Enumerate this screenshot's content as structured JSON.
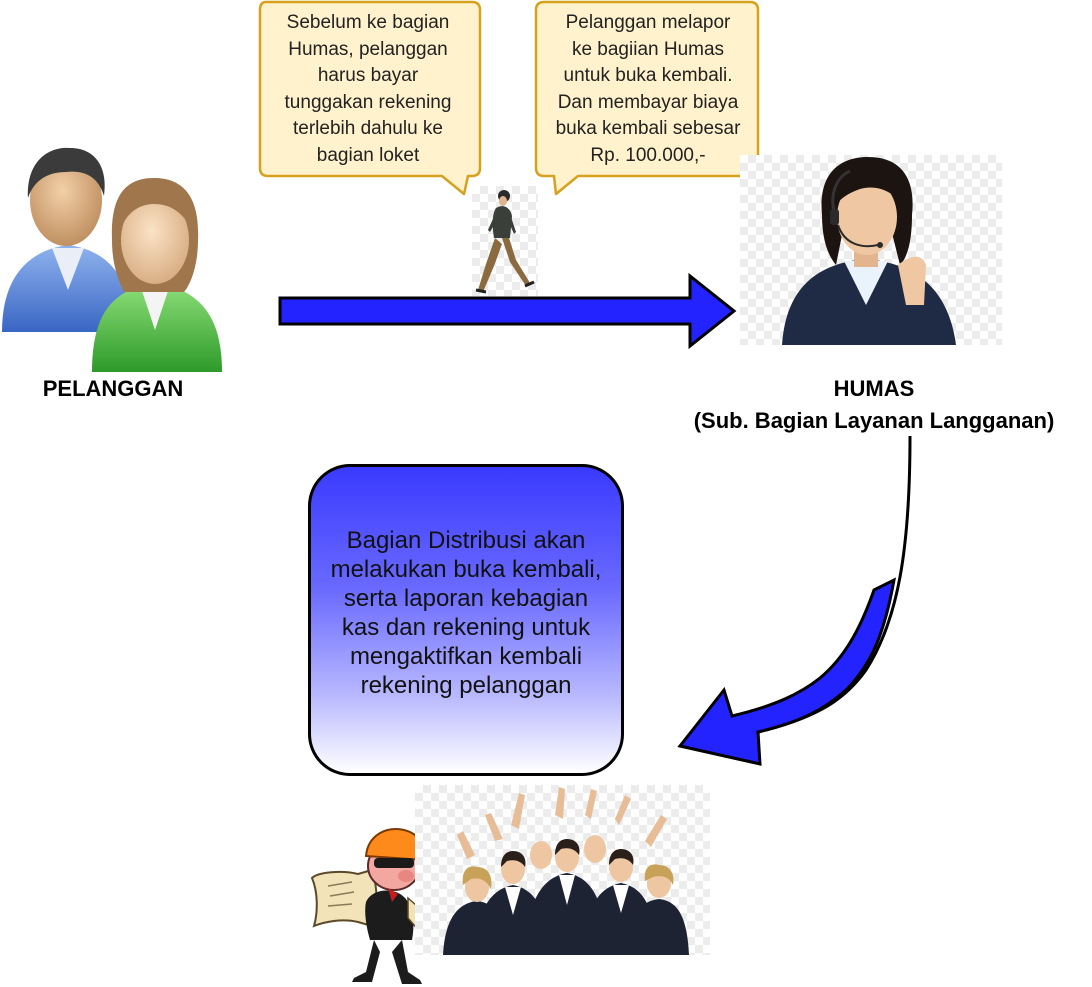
{
  "nodes": {
    "pelanggan_label": "PELANGGAN",
    "humas_label": "HUMAS",
    "humas_sublabel": "(Sub. Bagian Layanan Langganan)"
  },
  "callouts": {
    "left": "Sebelum ke bagian\nHumas, pelanggan\nharus bayar\ntunggakan rekening\nterlebih dahulu ke\nbagian loket",
    "right": "Pelanggan melapor\nke bagiian Humas\nuntuk buka kembali.\nDan membayar biaya\nbuka kembali sebesar\nRp. 100.000,-"
  },
  "info_box": {
    "text": "Bagian Distribusi akan\nmelakukan buka kembali,\nserta laporan kebagian\nkas dan rekening untuk\nmengaktifkan kembali\nrekening pelanggan"
  },
  "colors": {
    "arrow_fill": "#2323ff",
    "callout_fill": "#fff2cc",
    "callout_border": "#d6a11e",
    "box_gradient_top": "#3a3aff"
  },
  "icons": [
    "users-icon",
    "walking-woman-icon",
    "customer-service-agent-icon",
    "engineer-with-blueprint-icon",
    "cheering-team-icon"
  ]
}
